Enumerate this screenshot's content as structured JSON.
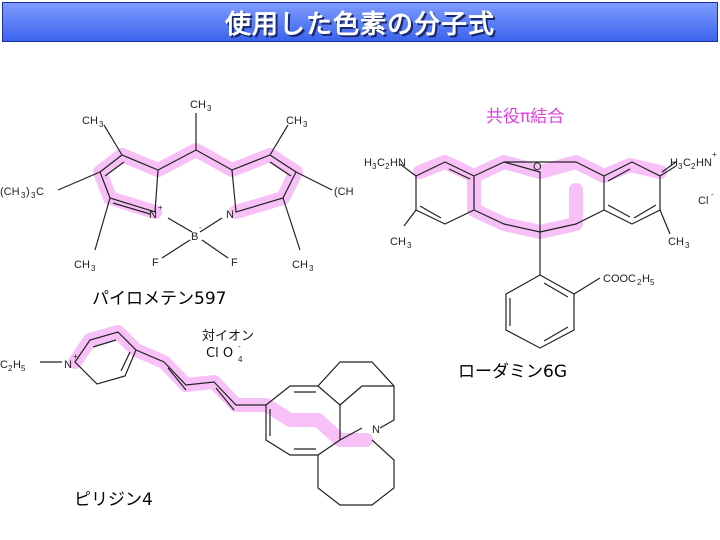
{
  "title": "使用した色素の分子式",
  "labels": {
    "pyrromethene": "パイロメテン597",
    "rhodamine": "ローダミン6G",
    "pyridine": "ピリジン4",
    "conjugated": "共役π結合",
    "counter_ion_label": "対イオン",
    "counter_ion_formula": "Cl O"
  },
  "atoms": {
    "ch3": "CH",
    "sub3": "3",
    "sub2": "2",
    "sub4": "4",
    "sub5": "5",
    "n": "N",
    "b": "B",
    "f": "F",
    "o": "O",
    "c": "C",
    "h": "H",
    "cl": "Cl",
    "tbu_left": "(CH",
    "tbu_right": "(CH",
    "close_c": ")",
    "c_letter": "C",
    "plus": "+",
    "minus": "-",
    "hn_left": "H",
    "hn_mid": "C",
    "hn_end": "HN",
    "cooc": "COOC",
    "h5": "H"
  },
  "colors": {
    "title_bg": "#4169ee",
    "highlight": "#f08cf0",
    "pi_label": "#e040e0"
  }
}
